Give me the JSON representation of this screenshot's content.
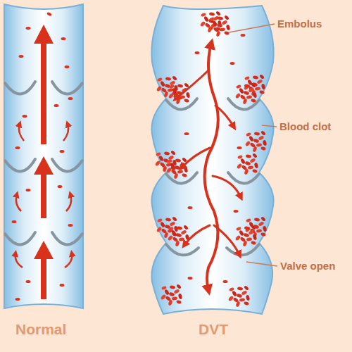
{
  "diagram": {
    "labels": [
      "Embolus",
      "Blood clot",
      "Valve open",
      "Normal",
      "DVT"
    ]
  }
}
